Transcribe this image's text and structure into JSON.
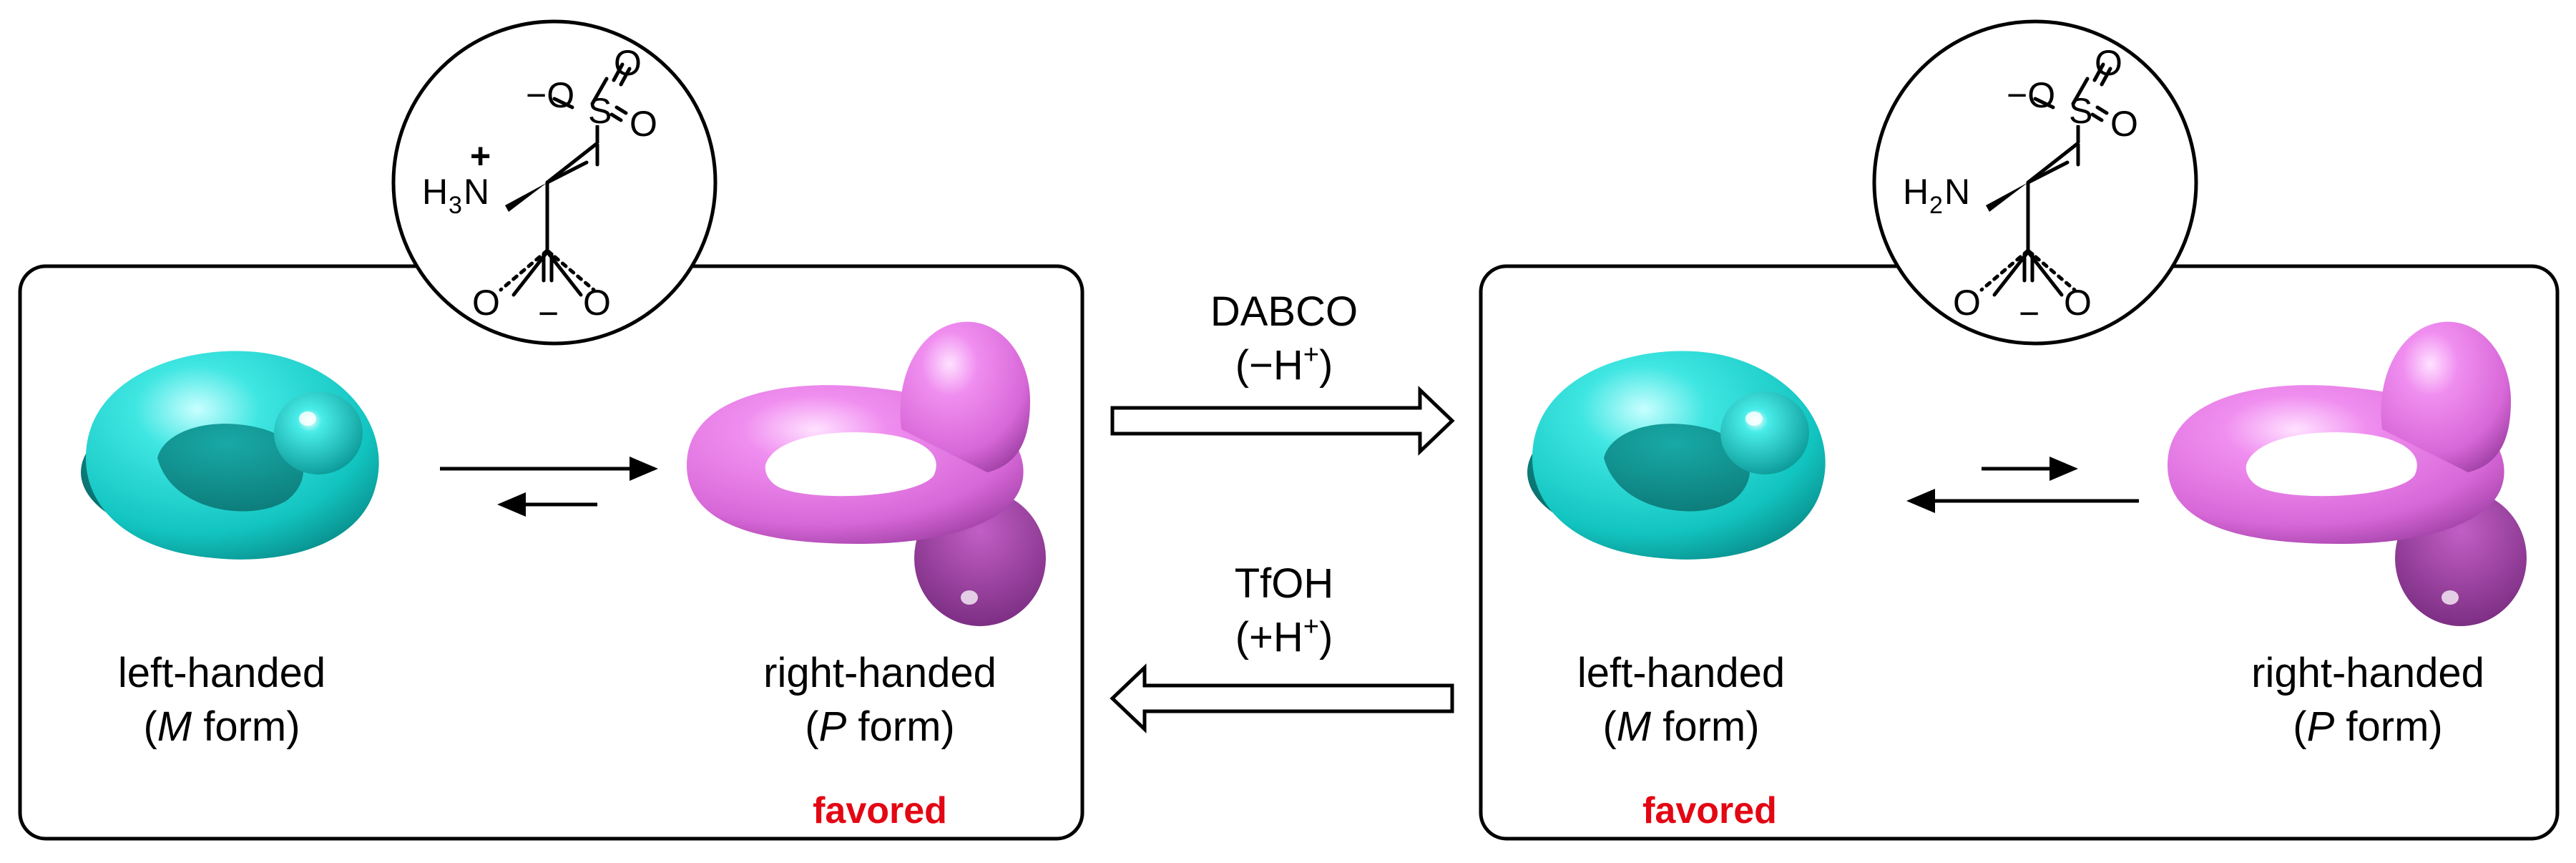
{
  "colors": {
    "m_form": "#18d6d2",
    "p_form": "#e679e6",
    "favored": "#e30613",
    "line": "#000000"
  },
  "left_panel": {
    "molecule": {
      "o_minus": "−O",
      "sulfur": "S",
      "oxygen": "O",
      "h3": "H",
      "h3_sub": "3",
      "n_plus": "N",
      "plus": "+",
      "carboxylate_minus": "−"
    },
    "m_label_line1": "left-handed",
    "m_label_line2_open": "(",
    "m_label_line2_italic": "M",
    "m_label_line2_rest": " form)",
    "p_label_line1": "right-handed",
    "p_label_line2_open": "(",
    "p_label_line2_italic": "P",
    "p_label_line2_rest": " form)",
    "favored": "favored"
  },
  "right_panel": {
    "molecule": {
      "o_minus": "−O",
      "sulfur": "S",
      "oxygen": "O",
      "h2": "H",
      "h2_sub": "2",
      "n": "N",
      "carboxylate_minus": "−"
    },
    "m_label_line1": "left-handed",
    "m_label_line2_open": "(",
    "m_label_line2_italic": "M",
    "m_label_line2_rest": " form)",
    "p_label_line1": "right-handed",
    "p_label_line2_open": "(",
    "p_label_line2_italic": "P",
    "p_label_line2_rest": " form)",
    "favored": "favored"
  },
  "forward_reagent": {
    "name": "DABCO",
    "cond_open": "(−H",
    "cond_sup": "+",
    "cond_close": ")"
  },
  "reverse_reagent": {
    "name": "TfOH",
    "cond_open": "(+H",
    "cond_sup": "+",
    "cond_close": ")"
  }
}
